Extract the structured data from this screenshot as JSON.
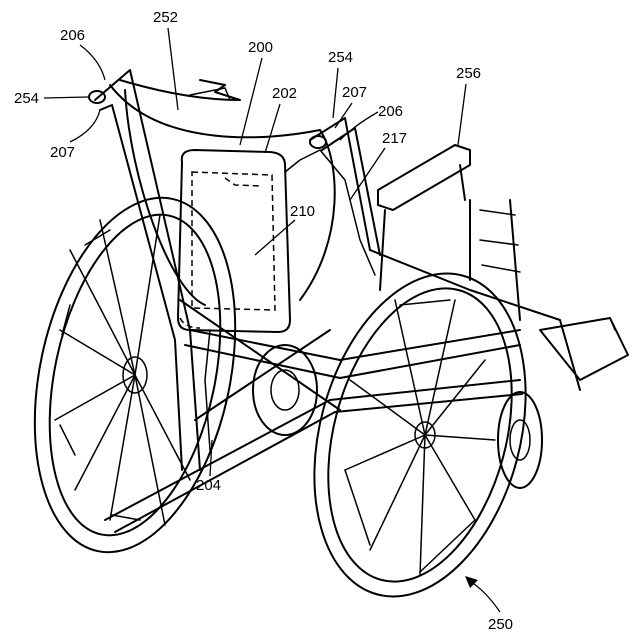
{
  "figure": {
    "labels": {
      "l206a": "206",
      "l252": "252",
      "l200": "200",
      "l202": "202",
      "l254a": "254",
      "l207a": "207",
      "l206b": "206",
      "l256": "256",
      "l254b": "254",
      "l207b": "207",
      "l217": "217",
      "l210": "210",
      "l204": "204",
      "l250": "250"
    }
  }
}
